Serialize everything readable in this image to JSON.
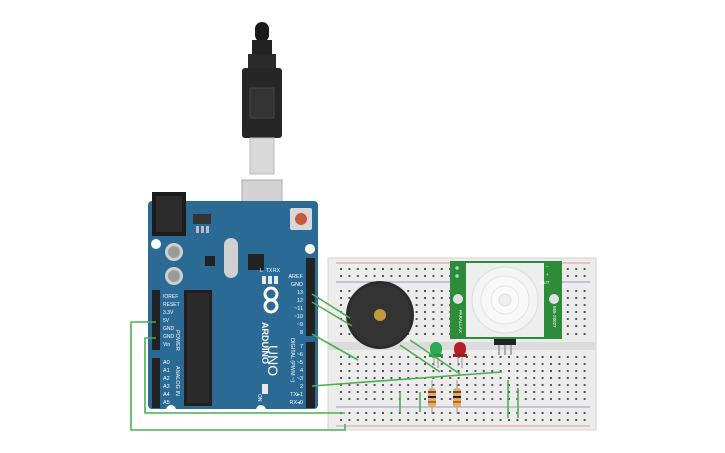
{
  "arduino": {
    "brand": "ARDUINO",
    "model": "UNO",
    "on_label": "ON",
    "header_top": [
      "AREF",
      "GND",
      "13",
      "12",
      "~11",
      "~10",
      "~9",
      "8"
    ],
    "header_mid": [
      "7",
      "~6",
      "~5",
      "4",
      "~3",
      "2",
      "TX▸1",
      "RX◂0"
    ],
    "digital_label": "DIGITAL (PWM ~)",
    "power_pins": [
      "IOREF",
      "RESET",
      "3.3V",
      "5V",
      "GND",
      "GND",
      "Vin"
    ],
    "power_label": "POWER",
    "analog_pins": [
      "A0",
      "A1",
      "A2",
      "A3",
      "A4",
      "A5"
    ],
    "analog_label": "ANALOG IN",
    "led_labels": [
      "L",
      "TX",
      "RX"
    ]
  },
  "pir": {
    "label_side": "555-28027",
    "label_side2": "PARALLAX",
    "pin_labels": [
      "−",
      "+",
      "OUT"
    ]
  },
  "breadboard": {
    "columns": 30
  },
  "colors": {
    "board": "#2a6a94",
    "wire": "#4caf50",
    "pir": "#2e8b3a",
    "buzzer": "#2b2b2b",
    "led_green": "#2fa84f",
    "led_red": "#b3202a"
  }
}
